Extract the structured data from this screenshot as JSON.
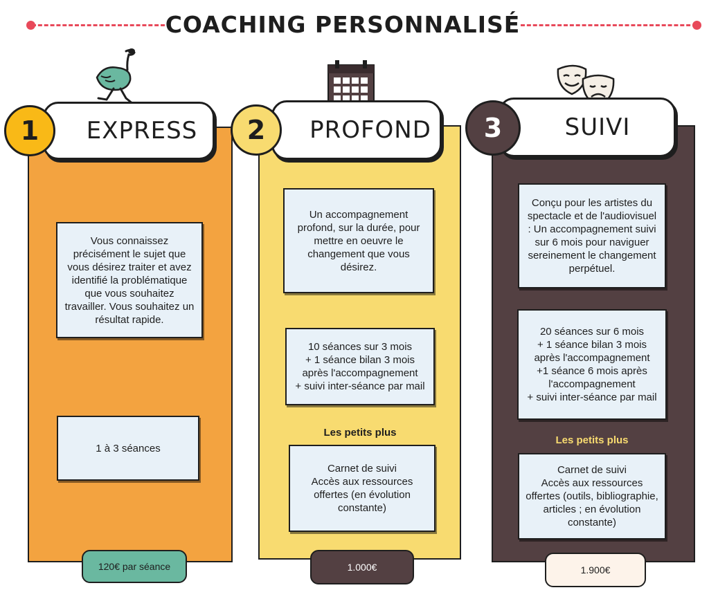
{
  "title": "COACHING PERSONNALISÉ",
  "colors": {
    "accent": "#e8495a",
    "express": "#f3a340",
    "profond": "#f8db70",
    "suivi": "#534042",
    "box": "#e8f1f8",
    "price_express": "#6ab8a0",
    "plus_label_suivi": "#f8db70"
  },
  "plans": [
    {
      "number": "1",
      "name": "EXPRESS",
      "icon": "ostrich-icon",
      "description": "Vous connaissez précisément le sujet que vous désirez traiter et avez identifié la problématique que vous souhaitez travailler. Vous souhaitez un résultat rapide.",
      "sessions": "1 à 3 séances",
      "price": "120€ par séance"
    },
    {
      "number": "2",
      "name": "PROFOND",
      "icon": "calendar-icon",
      "description": "Un accompagnement profond, sur la durée, pour mettre en oeuvre le changement que vous désirez.",
      "sessions": "10 séances sur 3 mois\n+ 1 séance bilan 3 mois après l'accompagnement\n+ suivi inter-séance par mail",
      "plus_label": "Les petits plus",
      "extras": "Carnet de suivi\nAccès aux ressources offertes (en évolution constante)",
      "price": "1.000€"
    },
    {
      "number": "3",
      "name": "SUIVI",
      "icon": "theater-masks-icon",
      "description": "Conçu pour les artistes du spectacle et de l'audiovisuel : Un accompagnement suivi sur 6 mois pour naviguer sereinement le changement perpétuel.",
      "sessions": "20 séances sur 6 mois\n+ 1 séance bilan 3 mois après l'accompagnement\n+1 séance 6 mois après l'accompagnement\n+ suivi inter-séance par mail",
      "plus_label": "Les petits plus",
      "extras": "Carnet de suivi\nAccès aux ressources offertes (outils, bibliographie, articles ; en évolution constante)",
      "price": "1.900€"
    }
  ]
}
